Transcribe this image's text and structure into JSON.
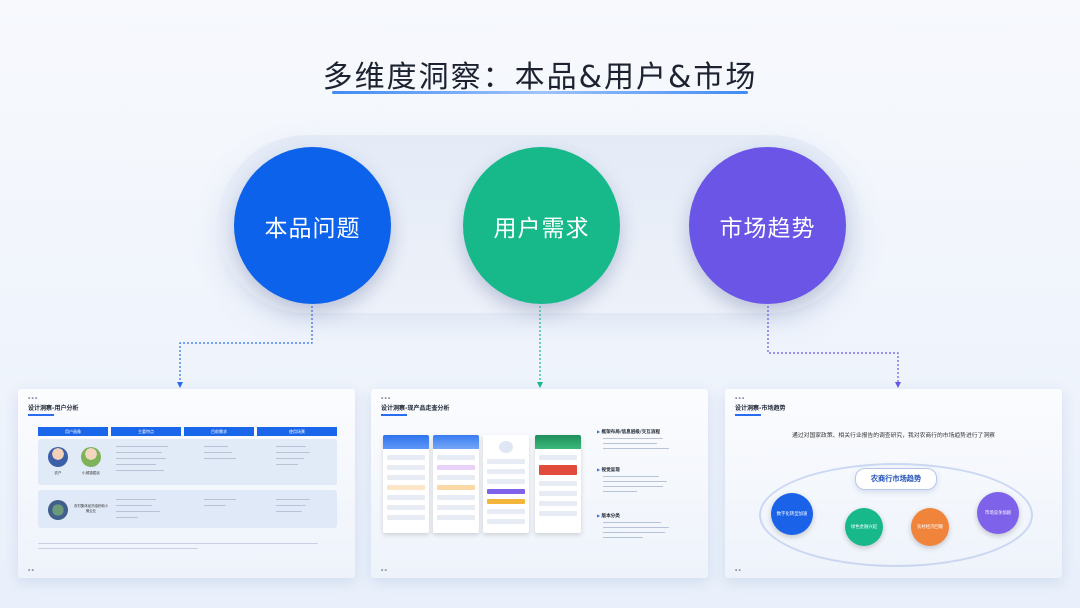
{
  "page": {
    "title": "多维度洞察：本品&用户&市场"
  },
  "pillars": [
    {
      "label": "本品问题",
      "color": "#0c62ea"
    },
    {
      "label": "用户需求",
      "color": "#17b98b"
    },
    {
      "label": "市场趋势",
      "color": "#6a55e6"
    }
  ],
  "cards": {
    "product": {
      "title": "设计洞察-用户分析",
      "headers": [
        "用户画像",
        "主要特点",
        "目前需求",
        "使用场景"
      ],
      "personas": [
        "农户",
        "小城镇居民"
      ],
      "row2_label": "农村集体经济组织和小微企业"
    },
    "user": {
      "title": "设计洞察-现产品走查分析",
      "sections": [
        "框架布局/信息层级/交互流程",
        "视觉呈现",
        "版本分类"
      ]
    },
    "market": {
      "title": "设计洞察-市场趋势",
      "description": "通过对国家政策、相关行业报告的调查研究，我对农商行的市场趋势进行了洞察",
      "badge": "农商行市场趋势",
      "trends": [
        "数字化转型加速",
        "绿色金融兴起",
        "农村经济回暖",
        "市场竞争加剧"
      ]
    }
  },
  "colors": {
    "blue": "#0c62ea",
    "green": "#17b98b",
    "purple": "#6a55e6",
    "orange": "#f0843a",
    "violet": "#7e62ea"
  }
}
